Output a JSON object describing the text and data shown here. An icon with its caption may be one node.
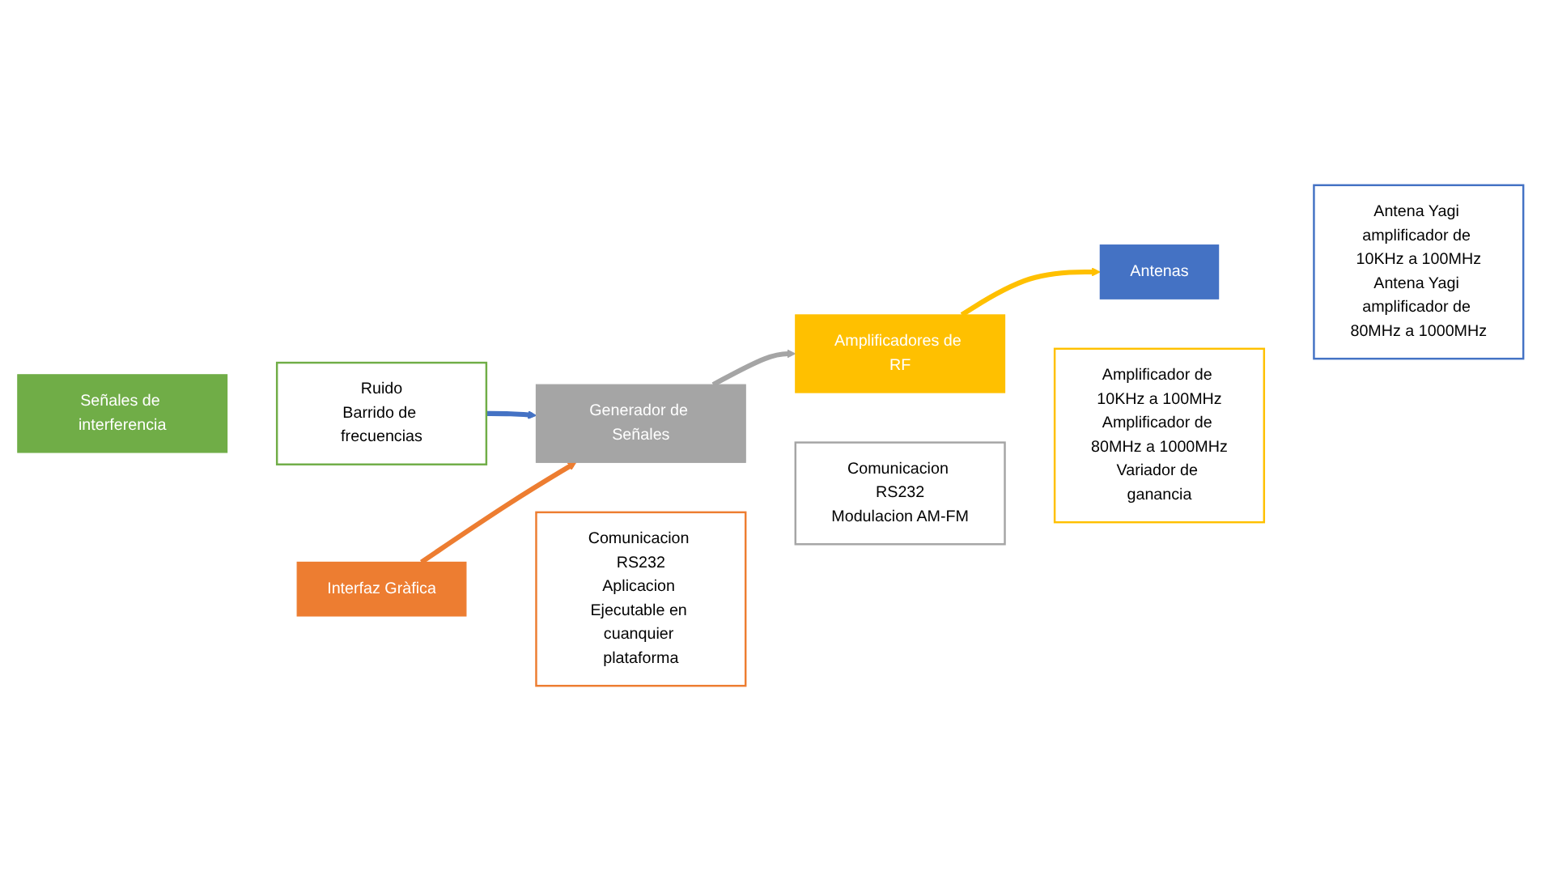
{
  "diagram": {
    "nodes": [
      {
        "text": [
          "Señales de interferencia"
        ]
      },
      {
        "text": [
          "Ruido",
          "Barrido de frecuencias"
        ]
      },
      {
        "text": [
          "Interfaz Gràfica"
        ]
      },
      {
        "text": [
          "Comunicacion RS232",
          "Aplicacion Ejecutable en cuanquier plataforma"
        ]
      },
      {
        "text": [
          "Generador de Señales"
        ]
      },
      {
        "text": [
          "Comunicacion RS232",
          "Modulacion AM-FM"
        ]
      },
      {
        "text": [
          "Amplificadores de RF"
        ]
      },
      {
        "text": [
          "Amplificador de 10KHz a 100MHz",
          "Amplificador de 80MHz a 1000MHz",
          "Variador de ganancia"
        ]
      },
      {
        "text": [
          "Antenas"
        ]
      },
      {
        "text": [
          "Antena Yagi amplificador de 10KHz a 100MHz",
          "Antena Yagi amplificador de 80MHz a 1000MHz"
        ]
      }
    ],
    "edges": [
      {
        "from": 1,
        "to": 4,
        "arrow": "to",
        "color": "#4472c4"
      },
      {
        "from": 2,
        "to": 4,
        "arrow": "to",
        "color": "#ed7d31"
      },
      {
        "from": 4,
        "to": 6,
        "arrow": "to",
        "color": "#a5a5a5"
      },
      {
        "from": 6,
        "to": 8,
        "arrow": "to",
        "color": "#ffc000"
      }
    ]
  }
}
